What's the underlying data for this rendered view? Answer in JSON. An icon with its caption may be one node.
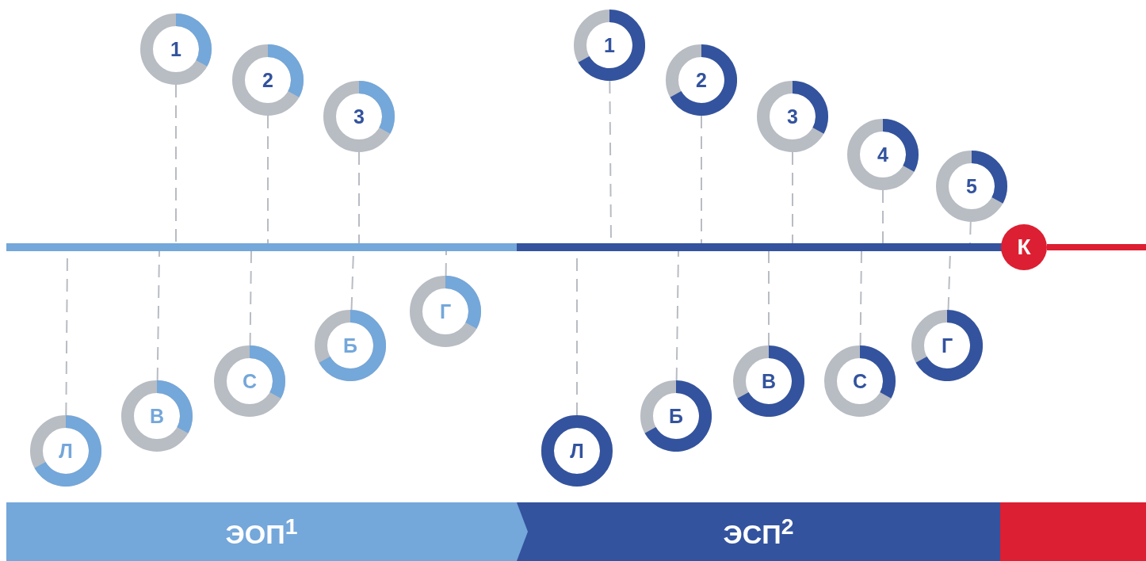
{
  "diagram": {
    "nodes": [
      {
        "text": [],
        "shape": "bar"
      },
      {
        "text": [],
        "shape": "bar"
      },
      {
        "text": [
          "К"
        ]
      },
      {
        "text": [],
        "shape": "bar"
      },
      {
        "text": [
          "1"
        ]
      },
      {
        "text": [
          "2"
        ]
      },
      {
        "text": [
          "3"
        ]
      },
      {
        "text": [
          "Л"
        ]
      },
      {
        "text": [
          "В"
        ]
      },
      {
        "text": [
          "С"
        ]
      },
      {
        "text": [
          "Б"
        ]
      },
      {
        "text": [
          "Г"
        ]
      },
      {
        "text": [
          "1"
        ]
      },
      {
        "text": [
          "2"
        ]
      },
      {
        "text": [
          "3"
        ]
      },
      {
        "text": [
          "4"
        ]
      },
      {
        "text": [
          "5"
        ]
      },
      {
        "text": [
          "Л"
        ]
      },
      {
        "text": [
          "Б"
        ]
      },
      {
        "text": [
          "В"
        ]
      },
      {
        "text": [
          "С"
        ]
      },
      {
        "text": [
          "Г"
        ]
      },
      {
        "text": [
          "ЭОП$^{1}$"
        ]
      },
      {
        "text": [
          "ЭСП$^{2}$"
        ]
      },
      {
        "text": [],
        "shape": "bar"
      }
    ],
    "edges": [
      {
        "from": 4,
        "to": 0,
        "arrow": "none",
        "style": "dashed"
      },
      {
        "from": 5,
        "to": 0,
        "arrow": "none",
        "style": "dashed"
      },
      {
        "from": 6,
        "to": 0,
        "arrow": "none",
        "style": "dashed"
      },
      {
        "from": 7,
        "to": 0,
        "arrow": "none",
        "style": "dashed"
      },
      {
        "from": 8,
        "to": 0,
        "arrow": "none",
        "style": "dashed"
      },
      {
        "from": 9,
        "to": 0,
        "arrow": "none",
        "style": "dashed"
      },
      {
        "from": 10,
        "to": 0,
        "arrow": "none",
        "style": "dashed"
      },
      {
        "from": 11,
        "to": 0,
        "arrow": "none",
        "style": "dashed"
      },
      {
        "from": 12,
        "to": 1,
        "arrow": "none",
        "style": "dashed"
      },
      {
        "from": 13,
        "to": 1,
        "arrow": "none",
        "style": "dashed"
      },
      {
        "from": 14,
        "to": 1,
        "arrow": "none",
        "style": "dashed"
      },
      {
        "from": 15,
        "to": 1,
        "arrow": "none",
        "style": "dashed"
      },
      {
        "from": 16,
        "to": 1,
        "arrow": "none",
        "style": "dashed"
      },
      {
        "from": 17,
        "to": 1,
        "arrow": "none",
        "style": "dashed"
      },
      {
        "from": 18,
        "to": 1,
        "arrow": "none",
        "style": "dashed"
      },
      {
        "from": 19,
        "to": 1,
        "arrow": "none",
        "style": "dashed"
      },
      {
        "from": 20,
        "to": 1,
        "arrow": "none",
        "style": "dashed"
      },
      {
        "from": 21,
        "to": 1,
        "arrow": "none",
        "style": "dashed"
      }
    ]
  }
}
